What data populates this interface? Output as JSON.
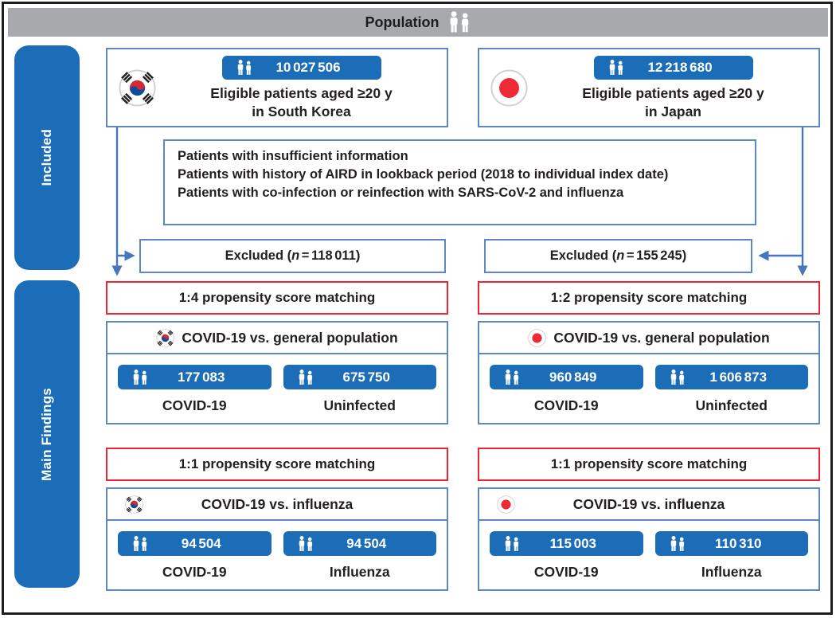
{
  "header": {
    "title": "Population"
  },
  "sidebar": {
    "included_label": "Included",
    "main_findings_label": "Main Findings"
  },
  "criteria": {
    "items": [
      "Patients with insufficient information",
      "Patients with history of AIRD in lookback period (2018 to individual index date)",
      "Patients with co-infection or reinfection with SARS-CoV-2 and influenza"
    ]
  },
  "columns": [
    {
      "country": "South Korea",
      "flag_icon": "south-korea-flag-icon",
      "eligible": {
        "count": "10 027 506",
        "line1": "Eligible patients aged ≥20 y",
        "line2": "in South Korea"
      },
      "excluded": {
        "prefix": "Excluded (",
        "n": "n",
        "rest": " = 118 011)"
      },
      "blocks": [
        {
          "matching_label": "1:4 propensity score matching",
          "comparison_label": "COVID-19 vs. general population",
          "groups": [
            {
              "count": "177 083",
              "label": "COVID-19"
            },
            {
              "count": "675 750",
              "label": "Uninfected"
            }
          ]
        },
        {
          "matching_label": "1:1 propensity score matching",
          "comparison_label": "COVID-19 vs. influenza",
          "groups": [
            {
              "count": "94 504",
              "label": "COVID-19"
            },
            {
              "count": "94 504",
              "label": "Influenza"
            }
          ]
        }
      ]
    },
    {
      "country": "Japan",
      "flag_icon": "japan-flag-icon",
      "eligible": {
        "count": "12 218 680",
        "line1": "Eligible patients aged ≥20 y",
        "line2": "in Japan"
      },
      "excluded": {
        "prefix": "Excluded (",
        "n": "n",
        "rest": " = 155 245)"
      },
      "blocks": [
        {
          "matching_label": "1:2 propensity score matching",
          "comparison_label": "COVID-19 vs. general population",
          "groups": [
            {
              "count": "960 849",
              "label": "COVID-19"
            },
            {
              "count": "1 606 873",
              "label": "Uninfected"
            }
          ]
        },
        {
          "matching_label": "1:1 propensity score matching",
          "comparison_label": "COVID-19 vs. influenza",
          "groups": [
            {
              "count": "115 003",
              "label": "COVID-19"
            },
            {
              "count": "110 310",
              "label": "Influenza"
            }
          ]
        }
      ]
    }
  ],
  "colors": {
    "accent_blue": "#1b6db7",
    "box_border_blue": "#5b87c6",
    "arrow_blue": "#4577be",
    "alert_red": "#ee2430",
    "header_gray": "#a7a9ac",
    "japan_red": "#ee2a35",
    "korea_red": "#d7282f",
    "korea_blue": "#0e4c9a",
    "text": "#231f20"
  }
}
